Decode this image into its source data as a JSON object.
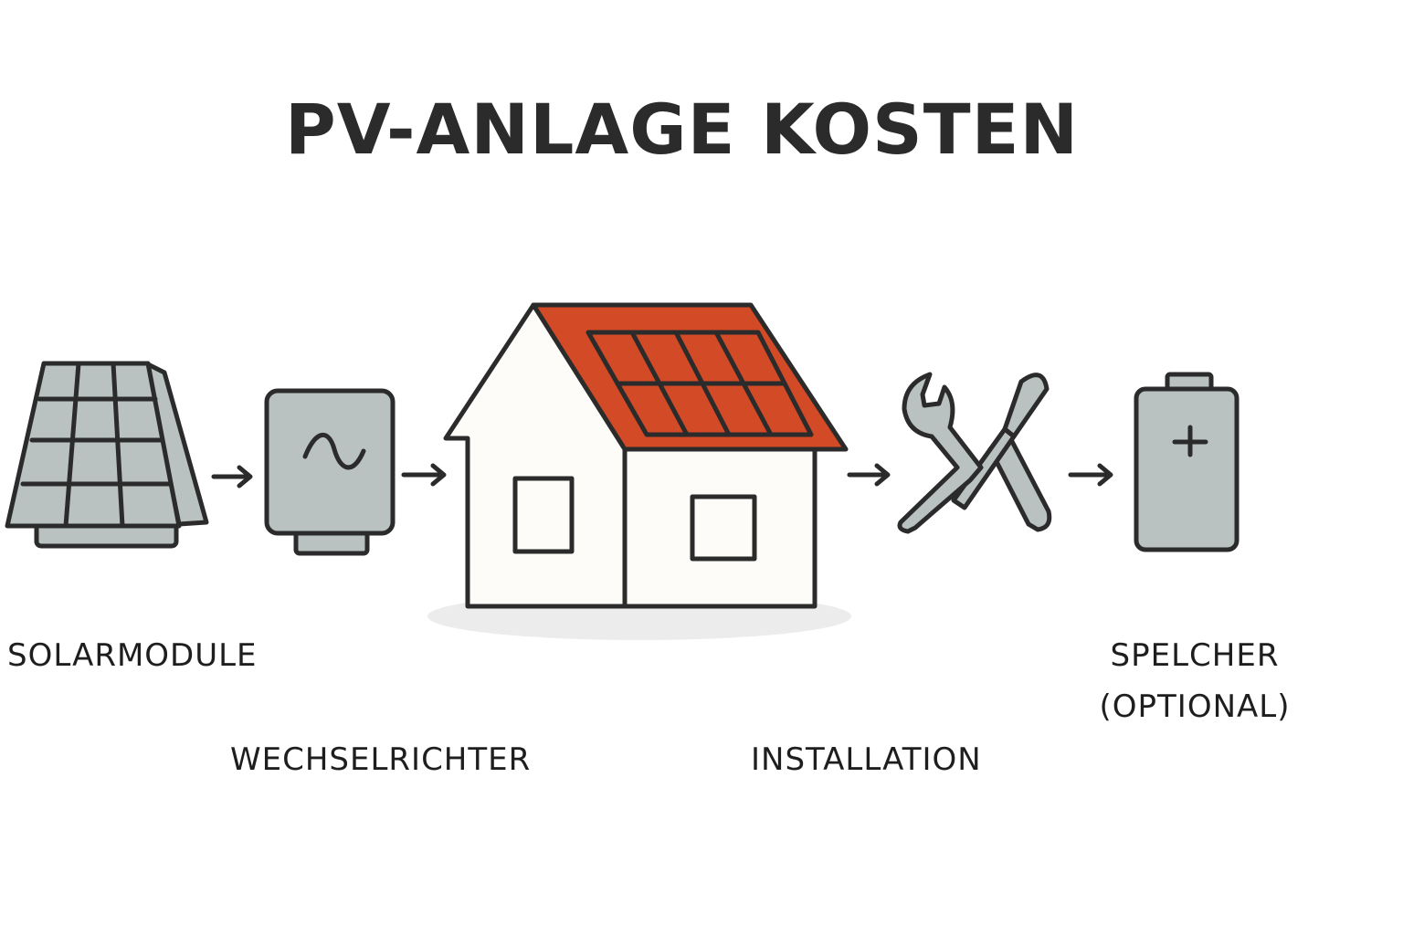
{
  "title": "PV-ANLAGE KOSTEN",
  "steps": [
    {
      "label": "SOLARMODULE",
      "icon": "solar-panel-icon"
    },
    {
      "label": "WECHSELRICHTER",
      "icon": "inverter-icon"
    },
    {
      "label": "",
      "icon": "house-with-solar-roof-icon"
    },
    {
      "label": "INSTALLATION",
      "icon": "wrench-screwdriver-icon"
    },
    {
      "label": "SPELCHER",
      "label_line2": "(OPTIONAL)",
      "icon": "battery-icon"
    }
  ],
  "colors": {
    "outline": "#2b2b2b",
    "gray_fill": "#b9c2c1",
    "roof": "#d24a26",
    "house_wall": "#fdfcf9",
    "shadow": "#ececec"
  }
}
